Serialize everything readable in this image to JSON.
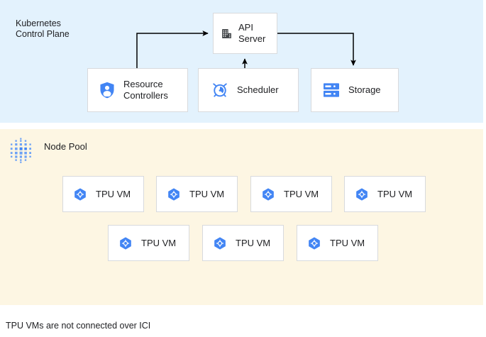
{
  "diagram": {
    "caption": "TPU VMs are not connected over ICI",
    "colors": {
      "control_plane_bg": "#e3f2fd",
      "node_pool_bg": "#fdf6e3",
      "accent_blue": "#4285f4",
      "icon_dark": "#3c4043",
      "box_border": "#d8dadd",
      "text": "#202124"
    }
  },
  "control_plane": {
    "title": "Kubernetes\nControl Plane",
    "components": [
      {
        "id": "api-server",
        "label": "API\nServer",
        "icon": "building-icon"
      },
      {
        "id": "resource-controllers",
        "label": "Resource\nControllers",
        "icon": "shield-person-icon"
      },
      {
        "id": "scheduler",
        "label": "Scheduler",
        "icon": "alarm-clock-icon"
      },
      {
        "id": "storage",
        "label": "Storage",
        "icon": "server-rack-icon"
      }
    ],
    "connections": [
      {
        "from": "resource-controllers",
        "to": "api-server",
        "direction": "to-api-server"
      },
      {
        "from": "scheduler",
        "to": "api-server",
        "direction": "up"
      },
      {
        "from": "api-server",
        "to": "storage",
        "direction": "down"
      }
    ]
  },
  "node_pool": {
    "title": "Node Pool",
    "icon": "dot-grid-icon",
    "rows": [
      {
        "vms": [
          {
            "label": "TPU VM",
            "icon": "hexagon-gear-icon"
          },
          {
            "label": "TPU VM",
            "icon": "hexagon-gear-icon"
          },
          {
            "label": "TPU VM",
            "icon": "hexagon-gear-icon"
          },
          {
            "label": "TPU VM",
            "icon": "hexagon-gear-icon"
          }
        ]
      },
      {
        "vms": [
          {
            "label": "TPU VM",
            "icon": "hexagon-gear-icon"
          },
          {
            "label": "TPU VM",
            "icon": "hexagon-gear-icon"
          },
          {
            "label": "TPU VM",
            "icon": "hexagon-gear-icon"
          }
        ]
      }
    ]
  }
}
